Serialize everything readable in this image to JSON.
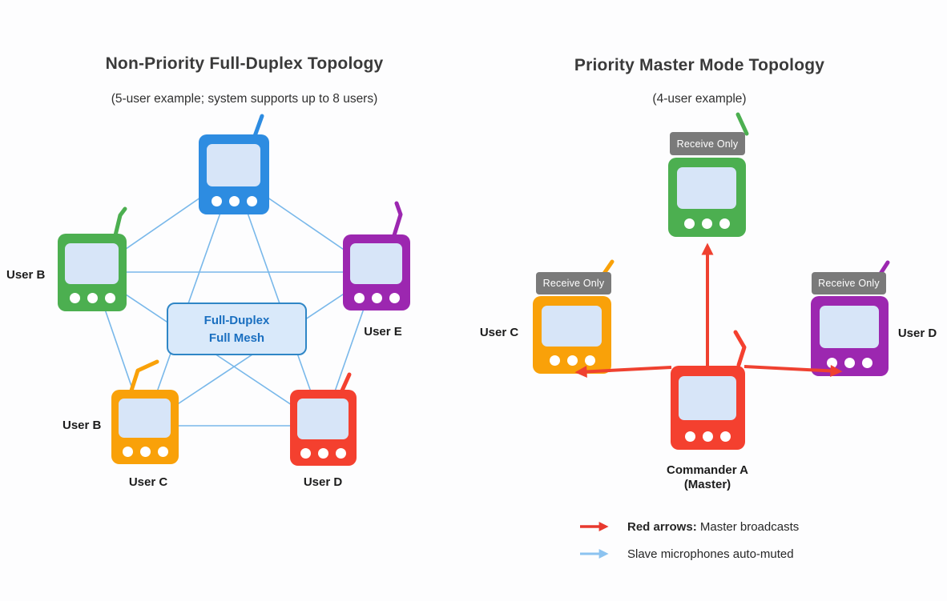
{
  "icons": {
    "device": "walkie-talkie-icon",
    "legend_red": "red-arrow-icon",
    "legend_blue": "blue-arrow-icon"
  },
  "colors": {
    "device_blue": "#2D8CE1",
    "device_green": "#4CAF50",
    "device_purple": "#9C27B0",
    "device_orange": "#F9A109",
    "device_red": "#F4402F",
    "device_screen": "#D7E5F8",
    "mesh_line": "#79B8EA",
    "badge_gray": "#7A7A7A",
    "arrow_red": "#EF4130",
    "arrow_blue": "#8CC3F0",
    "box_fill": "#D9E9FA",
    "box_border": "#2F86C6",
    "box_text": "#1A6FC0"
  },
  "left_diagram": {
    "title": "Non-Priority Full-Duplex Topology",
    "subtitle": "(5-user example; system supports up to 8 users)",
    "center_box": {
      "line1": "Full-Duplex",
      "line2": "Full Mesh"
    },
    "labels": {
      "green_side": "User B",
      "orange_side": "User B",
      "orange_below": "User C",
      "red_below": "User D",
      "purple_below": "User E"
    }
  },
  "right_diagram": {
    "title": "Priority Master Mode Topology",
    "subtitle": "(4-user example)",
    "badge": "Receive Only",
    "labels": {
      "orange_side": "User C",
      "purple_side": "User D",
      "master_line1": "Commander A",
      "master_line2": "(Master)"
    }
  },
  "legend": {
    "red_bold": "Red arrows:",
    "red_rest": " Master broadcasts",
    "blue_text": "Slave microphones auto-muted"
  }
}
